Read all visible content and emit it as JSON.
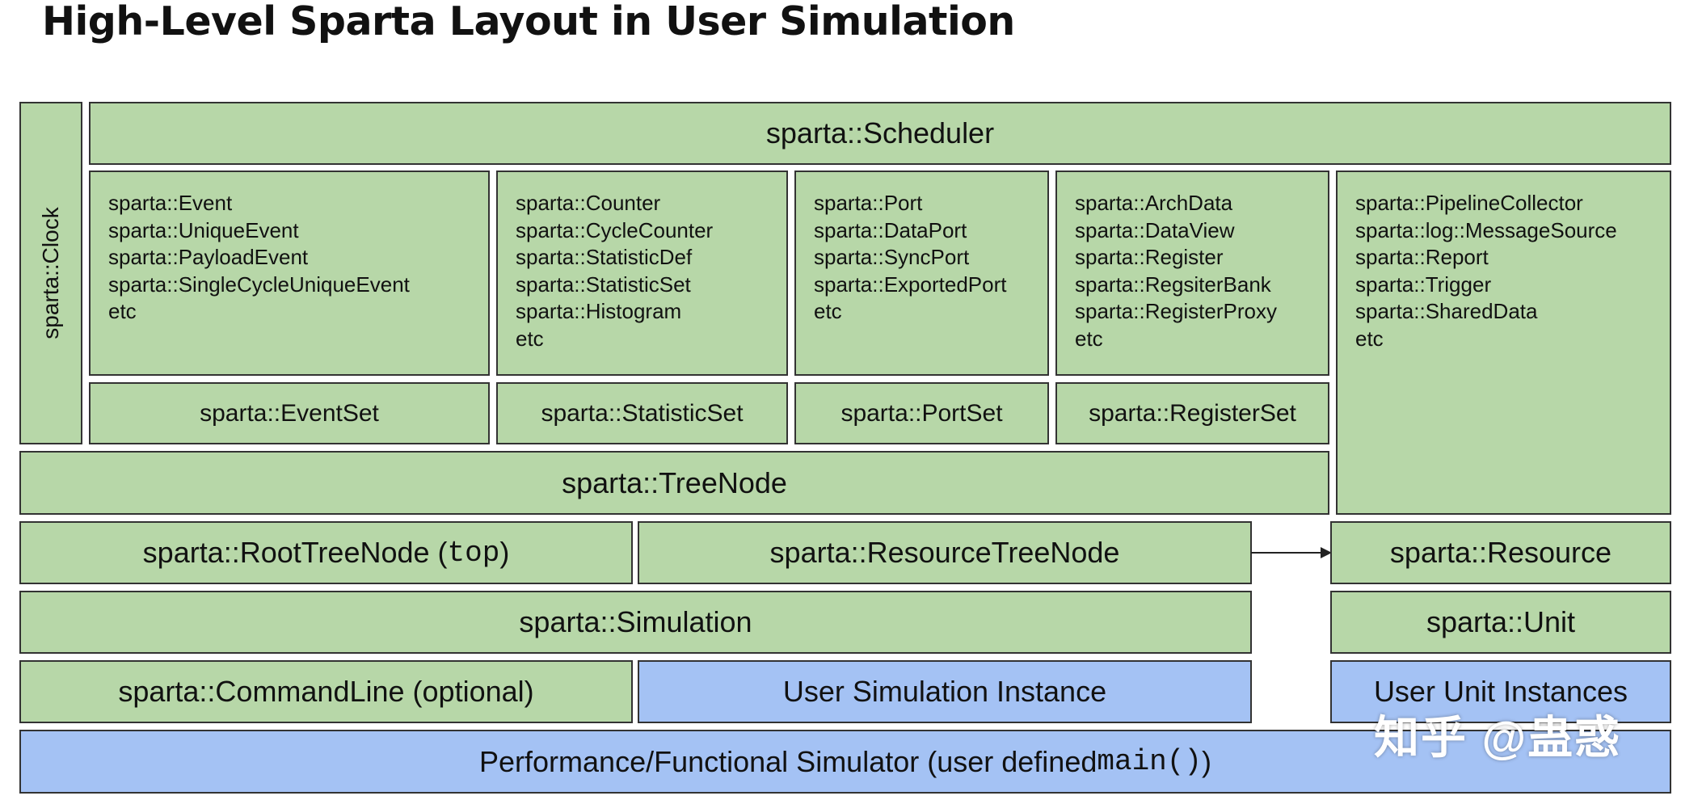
{
  "title": "High-Level Sparta Layout in User Simulation",
  "colors": {
    "green": "#b7d7a8",
    "blue": "#a4c2f4",
    "border": "#333333"
  },
  "clock": "sparta::Clock",
  "scheduler": "sparta::Scheduler",
  "groups": {
    "events": [
      "sparta::Event",
      "sparta::UniqueEvent",
      "sparta::PayloadEvent",
      "sparta::SingleCycleUniqueEvent",
      "etc"
    ],
    "counters": [
      "sparta::Counter",
      "sparta::CycleCounter",
      "sparta::StatisticDef",
      "sparta::StatisticSet",
      "sparta::Histogram",
      "etc"
    ],
    "ports": [
      "sparta::Port",
      "sparta::DataPort",
      "sparta::SyncPort",
      "sparta::ExportedPort",
      "etc"
    ],
    "registers": [
      "sparta::ArchData",
      "sparta::DataView",
      "sparta::Register",
      "sparta::RegsiterBank",
      "sparta::RegisterProxy",
      "etc"
    ],
    "misc": [
      "sparta::PipelineCollector",
      "sparta::log::MessageSource",
      "sparta::Report",
      "sparta::Trigger",
      "sparta::SharedData",
      "etc"
    ]
  },
  "sets": {
    "event_set": "sparta::EventSet",
    "statistic_set": "sparta::StatisticSet",
    "port_set": "sparta::PortSet",
    "register_set": "sparta::RegisterSet"
  },
  "tree_node": "sparta::TreeNode",
  "root_tree_node": {
    "prefix": "sparta::RootTreeNode (",
    "code": "top",
    "suffix": ")"
  },
  "resource_tree_node": "sparta::ResourceTreeNode",
  "resource": "sparta::Resource",
  "simulation": "sparta::Simulation",
  "unit": "sparta::Unit",
  "command_line": "sparta::CommandLine (optional)",
  "user_sim_instance": "User Simulation Instance",
  "user_unit_instances": "User Unit Instances",
  "simulator": {
    "prefix": "Performance/Functional Simulator (user defined ",
    "code": "main()",
    "suffix": ")"
  },
  "watermark": "知乎 @蛊惑"
}
